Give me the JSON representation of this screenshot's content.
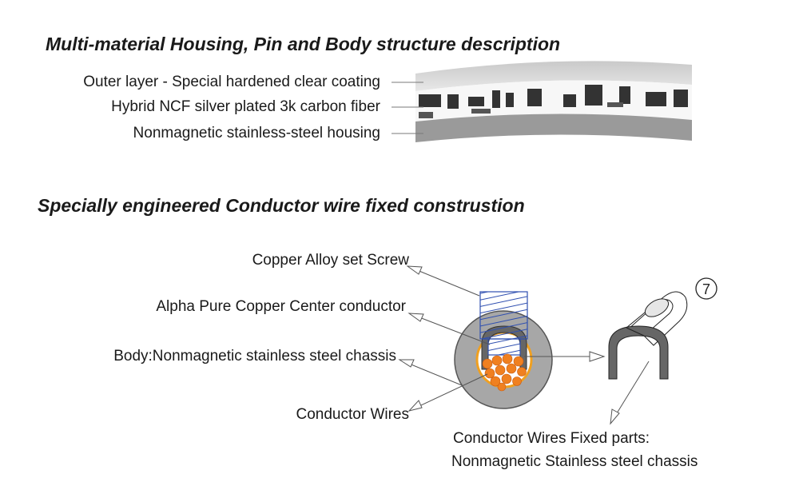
{
  "section1": {
    "title": "Multi-material Housing, Pin and Body structure description",
    "layers": [
      "Outer layer - Special hardened clear coating",
      "Hybrid NCF silver plated 3k carbon fiber",
      "Nonmagnetic stainless-steel housing"
    ]
  },
  "section2": {
    "title": "Specially engineered Conductor wire fixed construstion",
    "labels": {
      "screw": "Copper Alloy set Screw",
      "center": "Alpha Pure Copper Center conductor",
      "body": "Body:Nonmagnetic stainless steel chassis",
      "wires": "Conductor Wires",
      "fixed_line1": "Conductor Wires Fixed parts:",
      "fixed_line2": "Nonmagnetic Stainless steel chassis",
      "part_number": "7"
    }
  },
  "colors": {
    "text": "#1a1a1a",
    "steel": "#a9a9a9",
    "steel_dark": "#555555",
    "copper_ring": "#f0a020",
    "wire": "#f08020",
    "screw_blue": "#2f4fb0",
    "coating": "#d6d6d6"
  }
}
